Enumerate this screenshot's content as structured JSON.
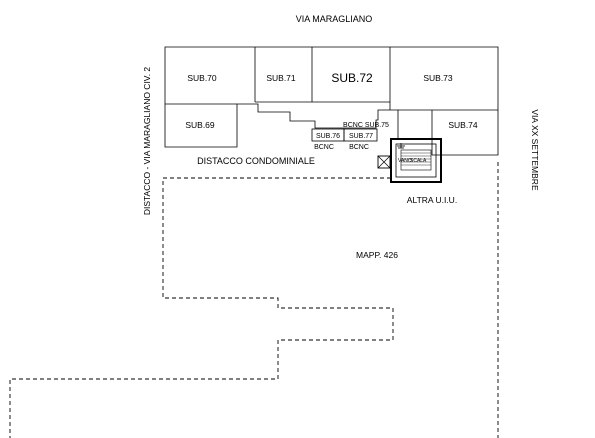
{
  "streets": {
    "north": "VIA MARAGLIANO",
    "west": "DISTACCO - VIA MARAGLIANO CIV. 2",
    "east": "VIA XX SETTEMBRE"
  },
  "units": {
    "sub70": "SUB.70",
    "sub71": "SUB.71",
    "sub72": "SUB.72",
    "sub73": "SUB.73",
    "sub69": "SUB.69",
    "sub74": "SUB.74",
    "sub75": "BCNC SUB.75",
    "sub76": "SUB.76",
    "sub77": "SUB.77",
    "bcnc_left": "BCNC",
    "bcnc_right": "BCNC"
  },
  "labels": {
    "distacco_condominiale": "DISTACCO CONDOMINIALE",
    "vano": "VANO",
    "scala": "SCALA",
    "altra_uiu": "ALTRA U.I.U.",
    "mappale": "MAPP. 426"
  }
}
